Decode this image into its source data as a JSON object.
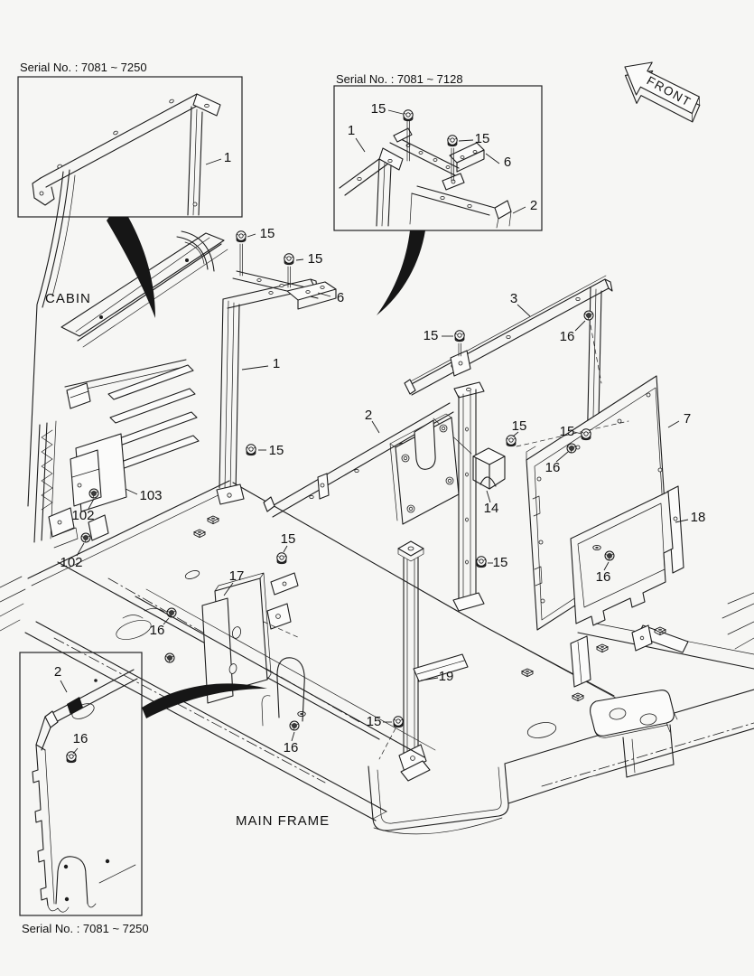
{
  "page": {
    "background": "#f6f6f4",
    "ink": "#1c1c1c"
  },
  "front_marker": {
    "label": "FRONT"
  },
  "area_labels": {
    "cabin": "CABIN",
    "main_frame": "MAIN FRAME"
  },
  "insets": {
    "top_left": {
      "serial": "Serial No. : 7081 ~ 7250",
      "callouts": {
        "c1": "1"
      }
    },
    "top_middle": {
      "serial": "Serial No. : 7081 ~ 7128",
      "callouts": {
        "c15a": "15",
        "c15b": "15",
        "c1": "1",
        "c6": "6",
        "c2": "2"
      }
    },
    "bottom_left": {
      "serial": "Serial No. : 7081 ~ 7250",
      "callouts": {
        "c2": "2",
        "c16": "16"
      }
    }
  },
  "callouts": {
    "c15_a": "15",
    "c15_b": "15",
    "c6": "6",
    "c1": "1",
    "c15_c": "15",
    "c3": "3",
    "c15_d": "15",
    "c16_a": "16",
    "c2": "2",
    "c15_e": "15",
    "c15_f": "15",
    "c16_b": "16",
    "c7": "7",
    "c14": "14",
    "c18": "18",
    "c16_c": "16",
    "c103": "103",
    "c102_a": "102",
    "c102_b": "102",
    "c17": "17",
    "c16_d": "16",
    "c15_g": "15",
    "c15_h": "15",
    "c19": "19",
    "c15_i": "15",
    "c16_e": "16"
  }
}
